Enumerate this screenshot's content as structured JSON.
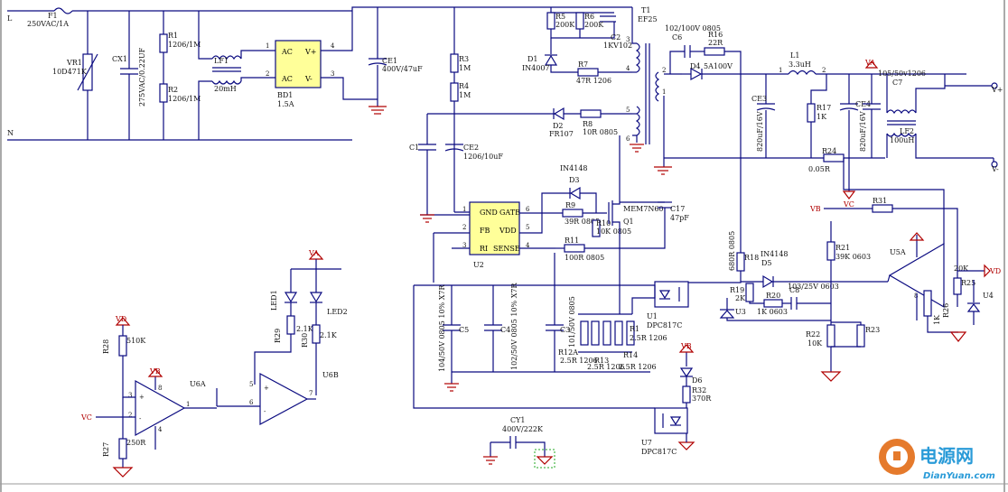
{
  "nets": {
    "line": "L",
    "neutral": "N",
    "va": "VA",
    "vb": "VB",
    "vc": "VC",
    "vd": "VD",
    "vplus": "V+",
    "vminus": "V-"
  },
  "input": {
    "f1_ref": "F1",
    "f1_val": "250VAC/1A",
    "vr1_ref": "VR1",
    "vr1_val": "10D471K",
    "cx1_ref": "CX1",
    "cx1_val": "275VAC/0.22UF",
    "r1_ref": "R1",
    "r1_val": "1206/1M",
    "r2_ref": "R2",
    "r2_val": "1206/1M",
    "lf1_ref": "LF1",
    "lf1_val": "20mH",
    "bd1_ref": "BD1",
    "bd1_val": "1.5A",
    "bd1_ac": "AC",
    "bd1_vp": "V+",
    "bd1_vm": "V-",
    "bd1_p1": "1",
    "bd1_p2": "2",
    "bd1_p3": "3",
    "bd1_p4": "4",
    "ce1_ref": "CE1",
    "ce1_val": "400V/47uF"
  },
  "primary": {
    "r3_ref": "R3",
    "r3_val": "1M",
    "r4_ref": "R4",
    "r4_val": "1M",
    "c1_ref": "C1",
    "ce2_ref": "CE2",
    "ce2_val": "1206/10uF",
    "r5_ref": "R5",
    "r5_val": "200K",
    "r6_ref": "R6",
    "r6_val": "200K",
    "c2_ref": "C2",
    "c2_val": "1KV102",
    "d1_ref": "D1",
    "d1_val": "IN4007",
    "r7_ref": "R7",
    "r7_val": "47R 1206",
    "d2_ref": "D2",
    "d2_val": "FR107",
    "r8_ref": "R8",
    "r8_val": "10R 0805",
    "d3_ref": "D3",
    "d3_val": "IN4148",
    "r9_ref": "R9",
    "r9_val": "39R 0805",
    "r10_ref": "R10",
    "r10_val": "10K 0805",
    "q1_ref": "Q1",
    "q1_val": "MEM7N60",
    "c17_ref": "C17",
    "c17_val": "47pF",
    "r11_ref": "R11",
    "r11_val": "100R 0805",
    "r12a_ref": "R12A",
    "r12a_val": "2.5R 1206",
    "r12_val": "2.5R 1206",
    "r13_ref": "R13",
    "r13_val": "2.5R 1206",
    "r14_ref": "R14",
    "r14_val": "2.5R 1206",
    "r1x_ref": "R1",
    "r1x_val": "2.5R 1206",
    "c5_ref": "C5",
    "c5_val": "104/50V 0805 10% X7R",
    "c4_ref": "C4",
    "c4_val": "102/50V 0805 10% X7R",
    "c3_ref": "C3",
    "c3_val": "101/50V 0805"
  },
  "u2": {
    "ref": "U2",
    "gnd": "GND",
    "gate": "GATE",
    "fb": "FB",
    "vdd": "VDD",
    "ri": "RI",
    "sense": "SENSE",
    "p1": "1",
    "p2": "2",
    "p3": "3",
    "p4": "4",
    "p5": "5",
    "p6": "6"
  },
  "transformer": {
    "ref": "T1",
    "val": "EF25",
    "p1": "1",
    "p2": "2",
    "p3": "3",
    "p4": "4",
    "p5": "5",
    "p6": "6"
  },
  "secondary": {
    "c6_ref": "C6",
    "c6_val": "102/100V 0805",
    "r16_ref": "R16",
    "r16_val": "22R",
    "d4_ref": "D4",
    "d4_val": "5A100V",
    "ce3_ref": "CE3",
    "ce3_val": "820uF/16V",
    "l1_ref": "L1",
    "l1_val": "3.3uH",
    "l1_p1": "1",
    "l1_p2": "2",
    "r17_ref": "R17",
    "r17_val": "1K",
    "ce4_ref": "CE4",
    "ce4_val": "820uF/16V",
    "c7_ref": "C7",
    "c7_val": "105/50v1206",
    "lf2_ref": "LF2",
    "lf2_val": "100uH",
    "r24_ref": "R24",
    "r24_val": "0.05R",
    "r31_ref": "R31",
    "r18_ref": "R18",
    "r18_val": "680R 0805",
    "d5_ref": "D5",
    "d5_val": "IN4148",
    "r19_ref": "R19",
    "r19_val": "2K",
    "r20_ref": "R20",
    "r20_val": "1K 0603",
    "c8_ref": "C8",
    "c8_val": "103/25V 0603",
    "r21_ref": "R21",
    "r21_val": "39K 0603",
    "r22_ref": "R22",
    "r22_val": "10K",
    "r23_ref": "R23",
    "u3_ref": "U3",
    "u1_ref": "U1",
    "u1_val": "DPC817C",
    "u5a_ref": "U5A",
    "r25_ref": "R25",
    "r26_ref": "R26",
    "r26_val": "1K",
    "r20k_val": "20K",
    "u4_ref": "U4",
    "pin8": "8",
    "pin4": "4"
  },
  "indicator": {
    "led1_ref": "LED1",
    "led2_ref": "LED2",
    "r29_ref": "R29",
    "r29_val": "2.1K",
    "r30_ref": "R30",
    "r30_val": "2.1K",
    "r30b_val": "2.1K",
    "r28_ref": "R28",
    "r28_val": "510K",
    "r27_ref": "R27",
    "r27_val": "250R",
    "u6a_ref": "U6A",
    "u6b_ref": "U6B",
    "p1": "1",
    "p2": "2",
    "p3": "3",
    "p4": "4",
    "p5": "5",
    "p6": "6",
    "p7": "7",
    "p8": "8",
    "plus": "+",
    "minus": "-"
  },
  "bottom": {
    "cy1_ref": "CY1",
    "cy1_val": "400V/222K",
    "d6_ref": "D6",
    "r32_ref": "R32",
    "r32_val": "370R",
    "u7_ref": "U7",
    "u7_val": "DPC817C"
  },
  "watermark": {
    "brand": "电源网",
    "site": "DianYuan.com"
  }
}
